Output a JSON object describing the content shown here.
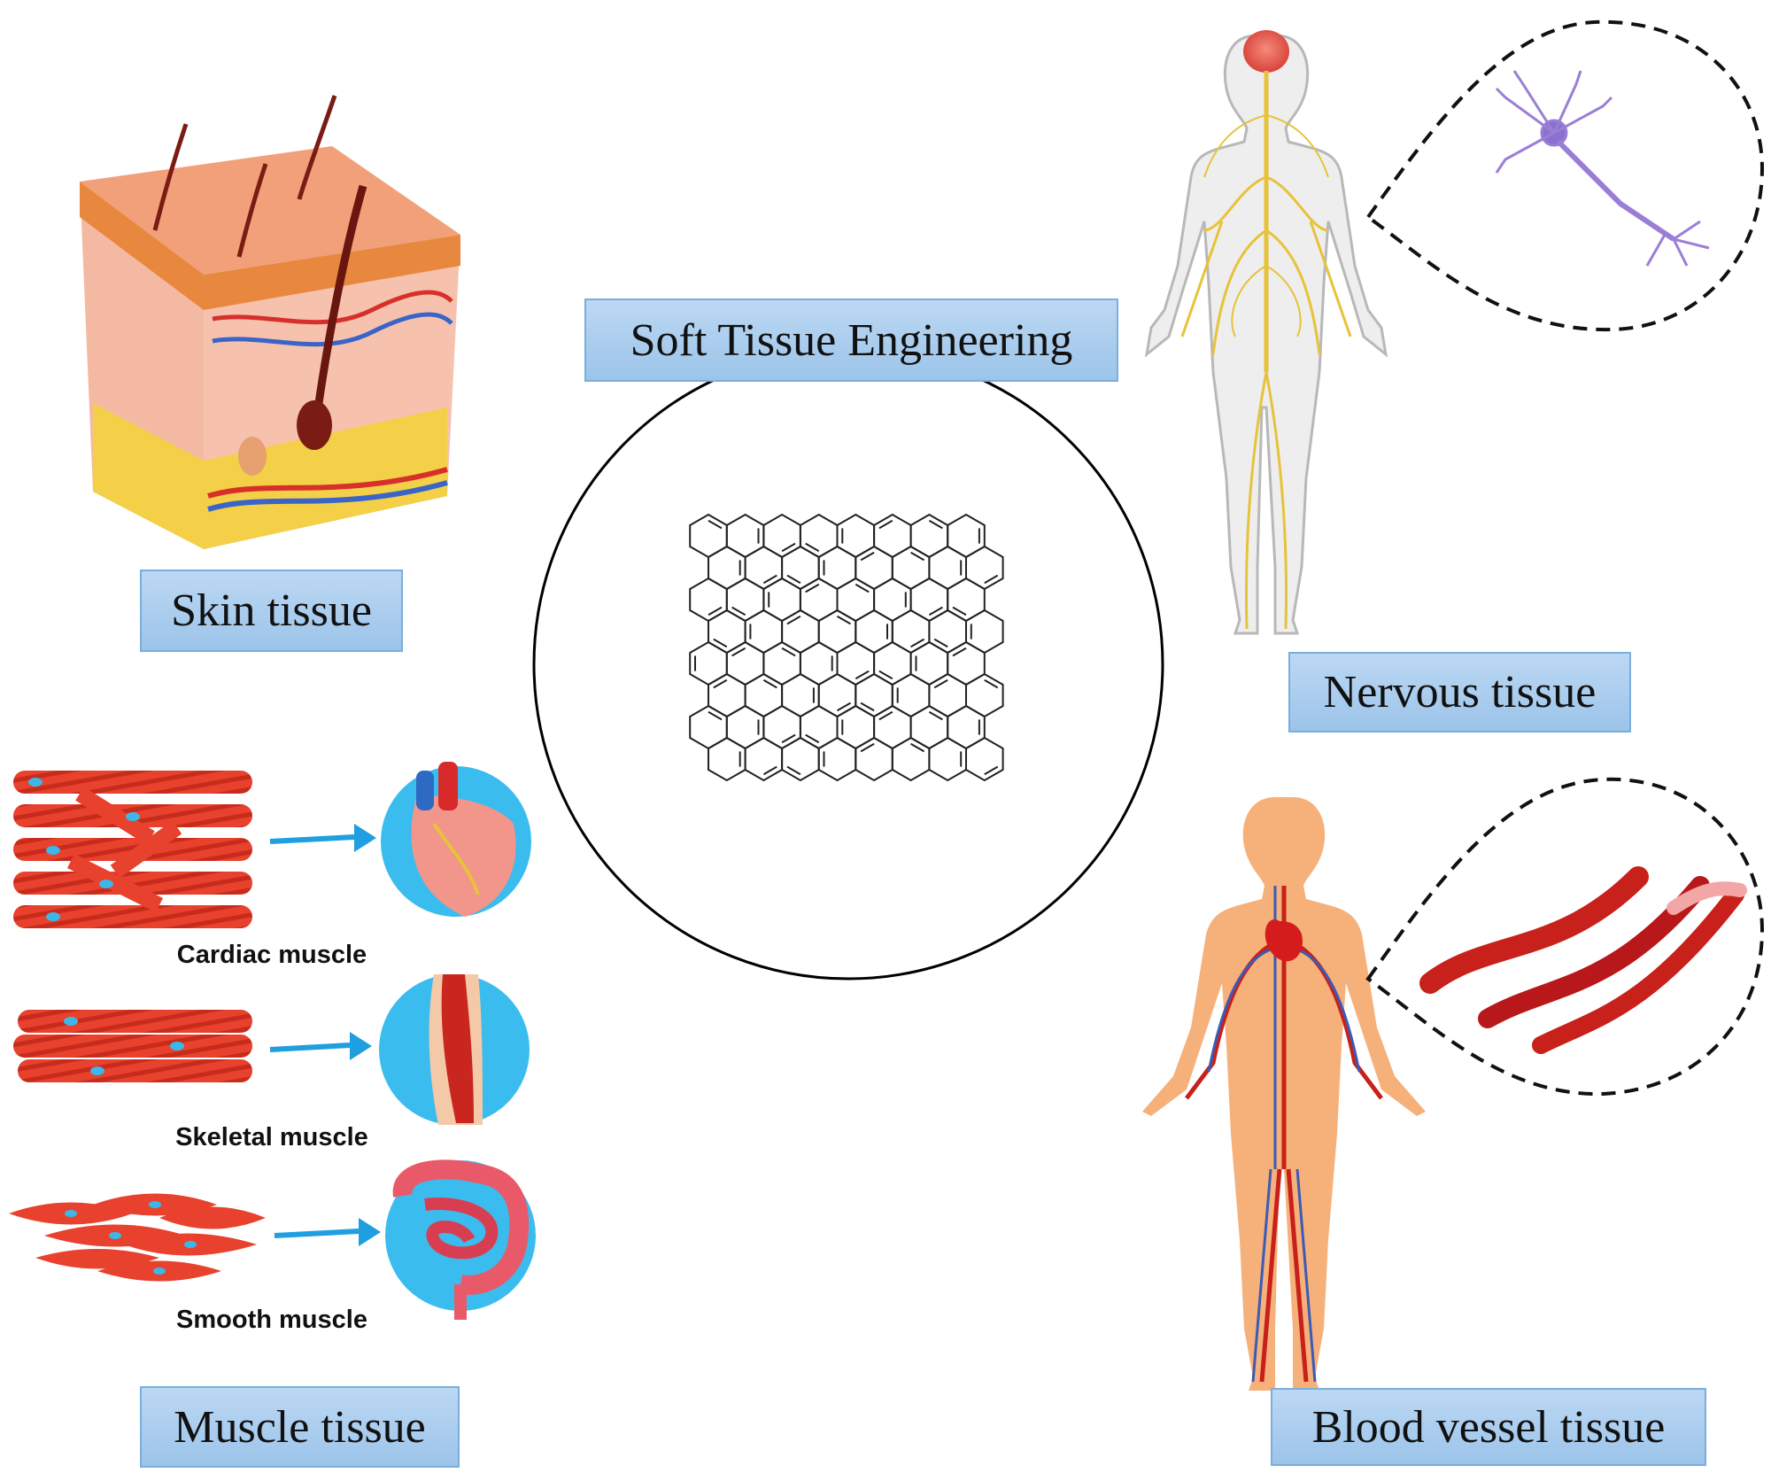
{
  "title": "Soft Tissue Engineering",
  "tissues": {
    "skin": "Skin tissue",
    "nervous": "Nervous tissue",
    "muscle": "Muscle tissue",
    "blood_vessel": "Blood vessel tissue"
  },
  "muscle_types": {
    "cardiac": "Cardiac muscle",
    "skeletal": "Skeletal muscle",
    "smooth": "Smooth muscle"
  },
  "icons": [
    "skin-cross-section-icon",
    "nervous-system-body-icon",
    "neuron-icon",
    "graphene-lattice-icon",
    "cardiac-muscle-fibers-icon",
    "heart-icon",
    "skeletal-muscle-fibers-icon",
    "arm-muscle-icon",
    "smooth-muscle-cells-icon",
    "intestine-icon",
    "circulatory-system-body-icon",
    "blood-vessels-icon"
  ],
  "colors": {
    "label_fill": "#a9cbee",
    "label_border": "#7aaedc",
    "muscle_red": "#e8412d",
    "nerve_yellow": "#e8c23a",
    "neuron_purple": "#9a7ed6",
    "vessel_red": "#c8201a",
    "vein_blue": "#3b5bb5",
    "arrow_blue": "#1f9ee0"
  }
}
